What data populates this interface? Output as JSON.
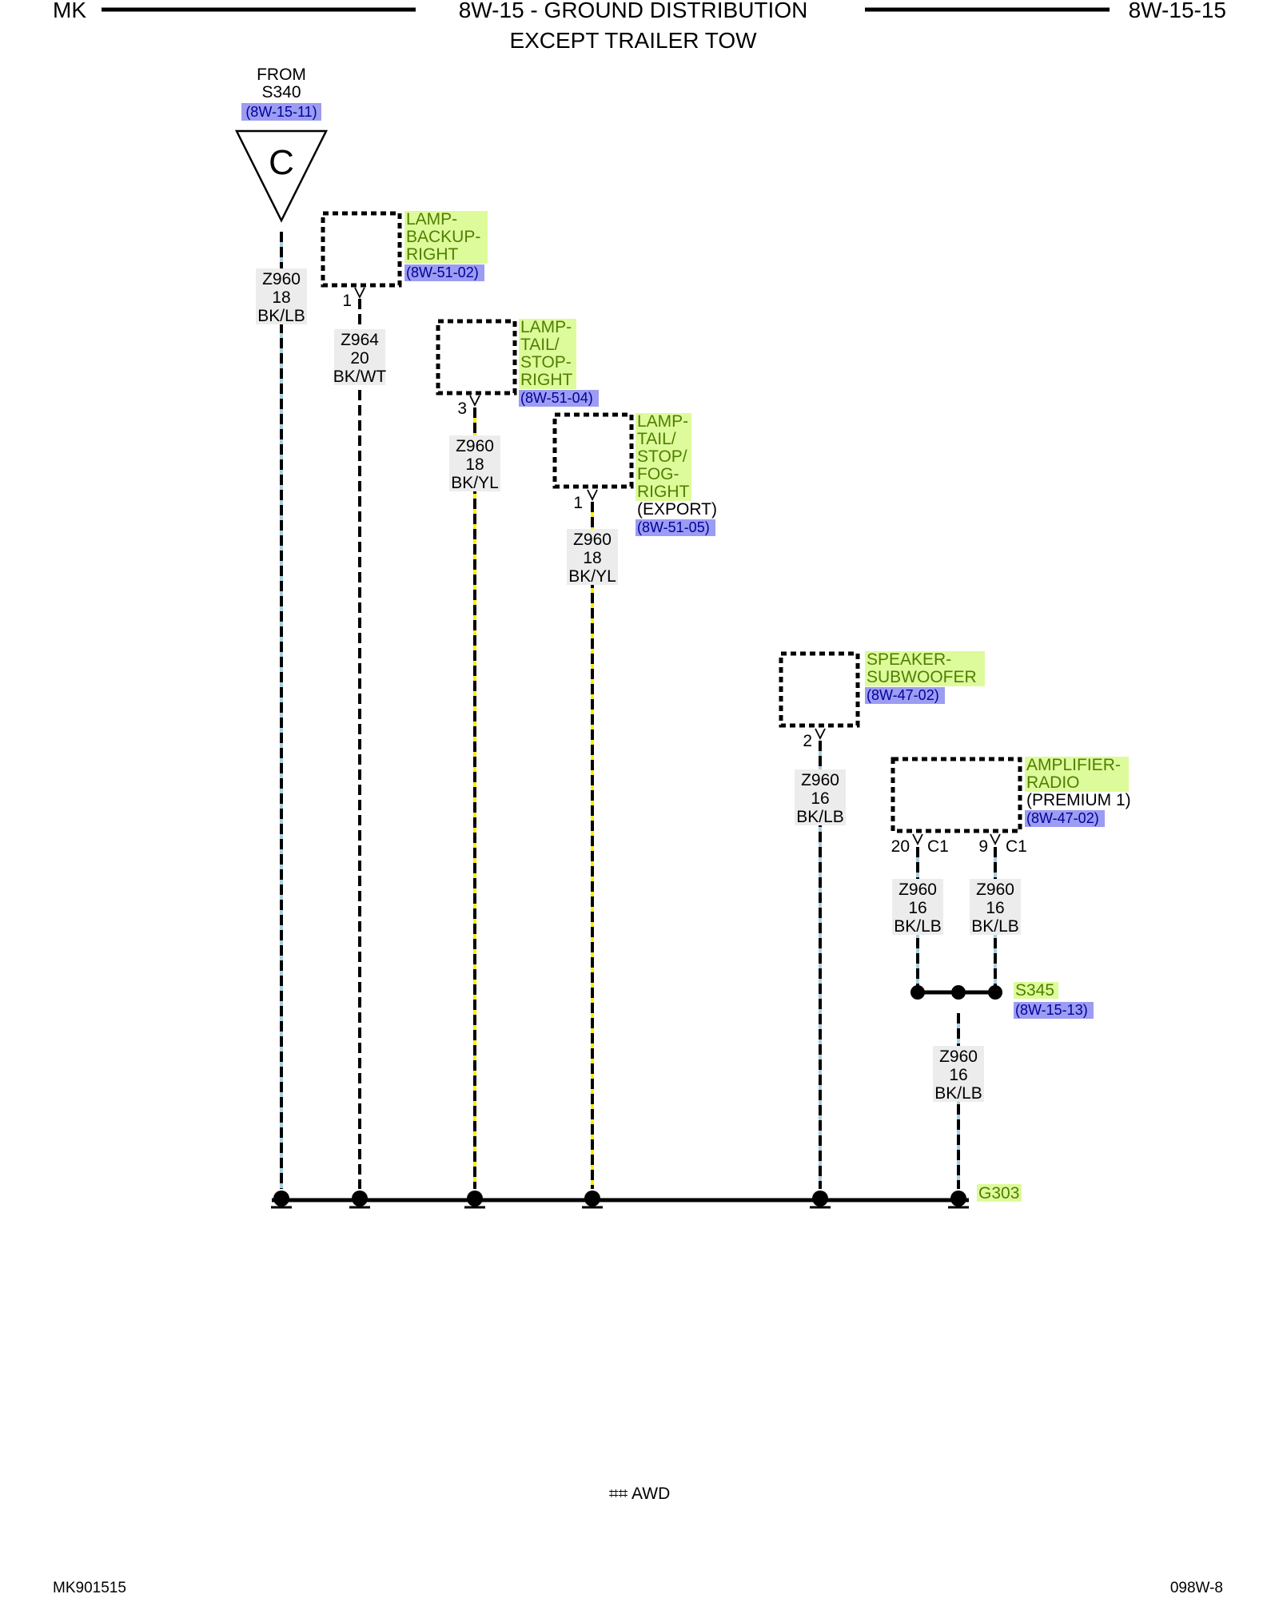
{
  "header": {
    "left": "MK",
    "title_line1": "8W-15 - GROUND DISTRIBUTION",
    "title_line2": "EXCEPT TRAILER TOW",
    "right": "8W-15-15"
  },
  "footer": {
    "left": "MK901515",
    "right": "098W-8",
    "note": "⌗⌗ AWD"
  },
  "source": {
    "line1": "FROM",
    "line2": "S340",
    "ref": "(8W-15-11)",
    "connector_letter": "C",
    "wire": [
      "Z960",
      "18",
      "BK/LB"
    ]
  },
  "components": [
    {
      "name_lines": [
        "LAMP-",
        "BACKUP-",
        "RIGHT"
      ],
      "extra": "",
      "ref": "(8W-51-02)",
      "pin": "1",
      "wire": [
        "Z964",
        "20",
        "BK/WT"
      ]
    },
    {
      "name_lines": [
        "LAMP-",
        "TAIL/",
        "STOP-",
        "RIGHT"
      ],
      "extra": "",
      "ref": "(8W-51-04)",
      "pin": "3",
      "wire": [
        "Z960",
        "18",
        "BK/YL"
      ]
    },
    {
      "name_lines": [
        "LAMP-",
        "TAIL/",
        "STOP/",
        "FOG-",
        "RIGHT"
      ],
      "extra": "(EXPORT)",
      "ref": "(8W-51-05)",
      "pin": "1",
      "wire": [
        "Z960",
        "18",
        "BK/YL"
      ]
    },
    {
      "name_lines": [
        "SPEAKER-",
        "SUBWOOFER"
      ],
      "extra": "",
      "ref": "(8W-47-02)",
      "pin": "2",
      "wire": [
        "Z960",
        "16",
        "BK/LB"
      ]
    },
    {
      "name_lines": [
        "AMPLIFIER-",
        "RADIO"
      ],
      "extra": "(PREMIUM 1)",
      "ref": "(8W-47-02)",
      "pins": [
        {
          "pin": "20",
          "conn": "C1",
          "wire": [
            "Z960",
            "16",
            "BK/LB"
          ]
        },
        {
          "pin": "9",
          "conn": "C1",
          "wire": [
            "Z960",
            "16",
            "BK/LB"
          ]
        }
      ]
    }
  ],
  "splice": {
    "name": "S345",
    "ref": "(8W-15-13)",
    "wire": [
      "Z960",
      "16",
      "BK/LB"
    ]
  },
  "ground": {
    "name": "G303"
  },
  "colors": {
    "wire_black": "#000000",
    "stripe_light_blue": "#a9cfe0",
    "stripe_white": "#ffffff",
    "stripe_yellow": "#ffee00",
    "component_label_bg": "#ddfb9a",
    "component_label_text": "#4f7f00",
    "ref_bg": "#9c9cf2",
    "ref_text": "#000099",
    "wire_label_bg": "#ececec"
  }
}
